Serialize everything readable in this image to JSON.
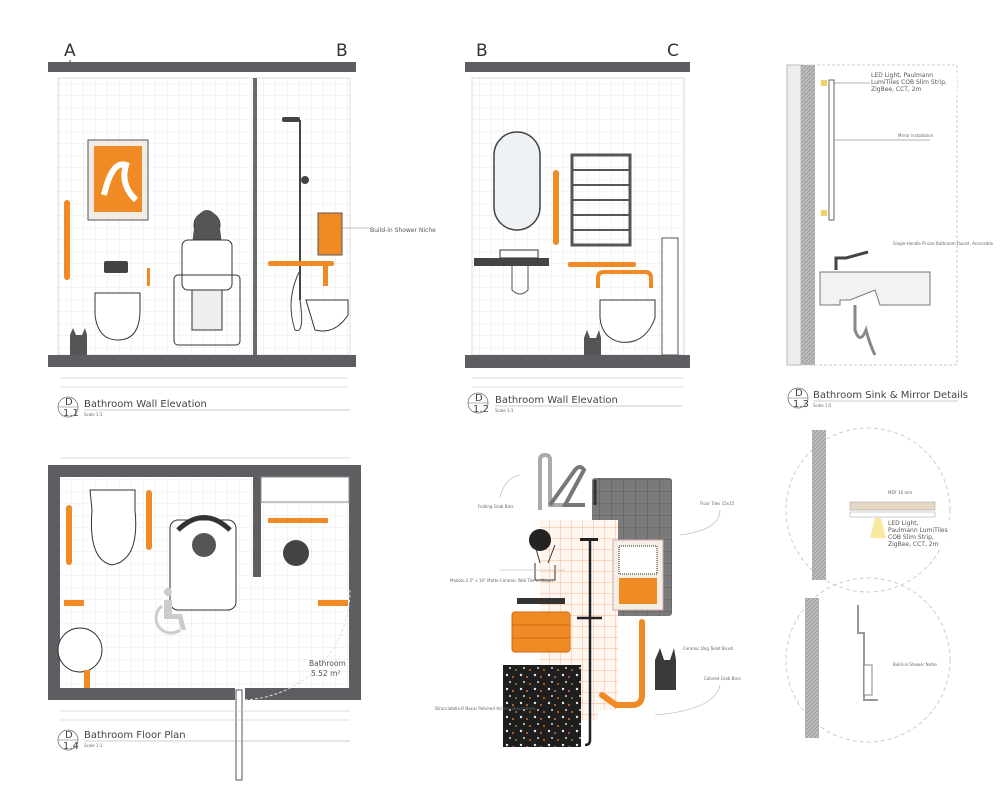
{
  "elevation_1": {
    "markers": [
      "A",
      "B"
    ],
    "title": "Bathroom Wall Elevation",
    "badge_top": "D",
    "badge_bottom": "1.1",
    "scale": "Scale 1:1",
    "niche_label": "Build-in Shower Niche"
  },
  "elevation_2": {
    "markers": [
      "B",
      "C"
    ],
    "title": "Bathroom Wall Elevation",
    "badge_top": "D",
    "badge_bottom": "1.2",
    "scale": "Scale 1:1"
  },
  "detail_sink": {
    "title": "Bathroom Sink & Mirror Details",
    "badge_top": "D",
    "badge_bottom": "1.3",
    "scale": "Scale 1:5",
    "led_label": "LED Light, Paulmann LumiTiles COB Slim Strip, ZigBee, CCT, 2m",
    "mirror_label": "Mirror installation",
    "faucet_label": "Single-Handle Pi-size Bathroom faucet, Accessible"
  },
  "floor_plan": {
    "title": "Bathroom Floor Plan",
    "badge_top": "D",
    "badge_bottom": "1.4",
    "scale": "Scale 1:1",
    "room_name": "Bathroom",
    "room_area": "5.52 m²"
  },
  "moodboard": {
    "folding_grab_bars": "Folding Grab Bars",
    "floor_tiles": "Floor Tiles 15x15",
    "wall_tile": "Makoto 2.5\" x 10\" Matte Ceramic Wall Tile in Midori",
    "dog_brush": "Ceramic Dog Toilet Brush",
    "colored_grab_bars": "Colored Grab Bars",
    "terrazzo": "Stracciatella-R Nacar Polished Arcana Shacciatella"
  },
  "detail_circles": {
    "mdf_label": "MDF 16 mm",
    "led_label": "LED Light, Paulmann LumiTiles COB Slim Strip, ZigBee, CCT, 2m",
    "niche_label": "Build-in Shower Niche"
  },
  "colors": {
    "accent": "#f08a24",
    "wall": "#5e5e62",
    "line": "#9a9a9a"
  }
}
